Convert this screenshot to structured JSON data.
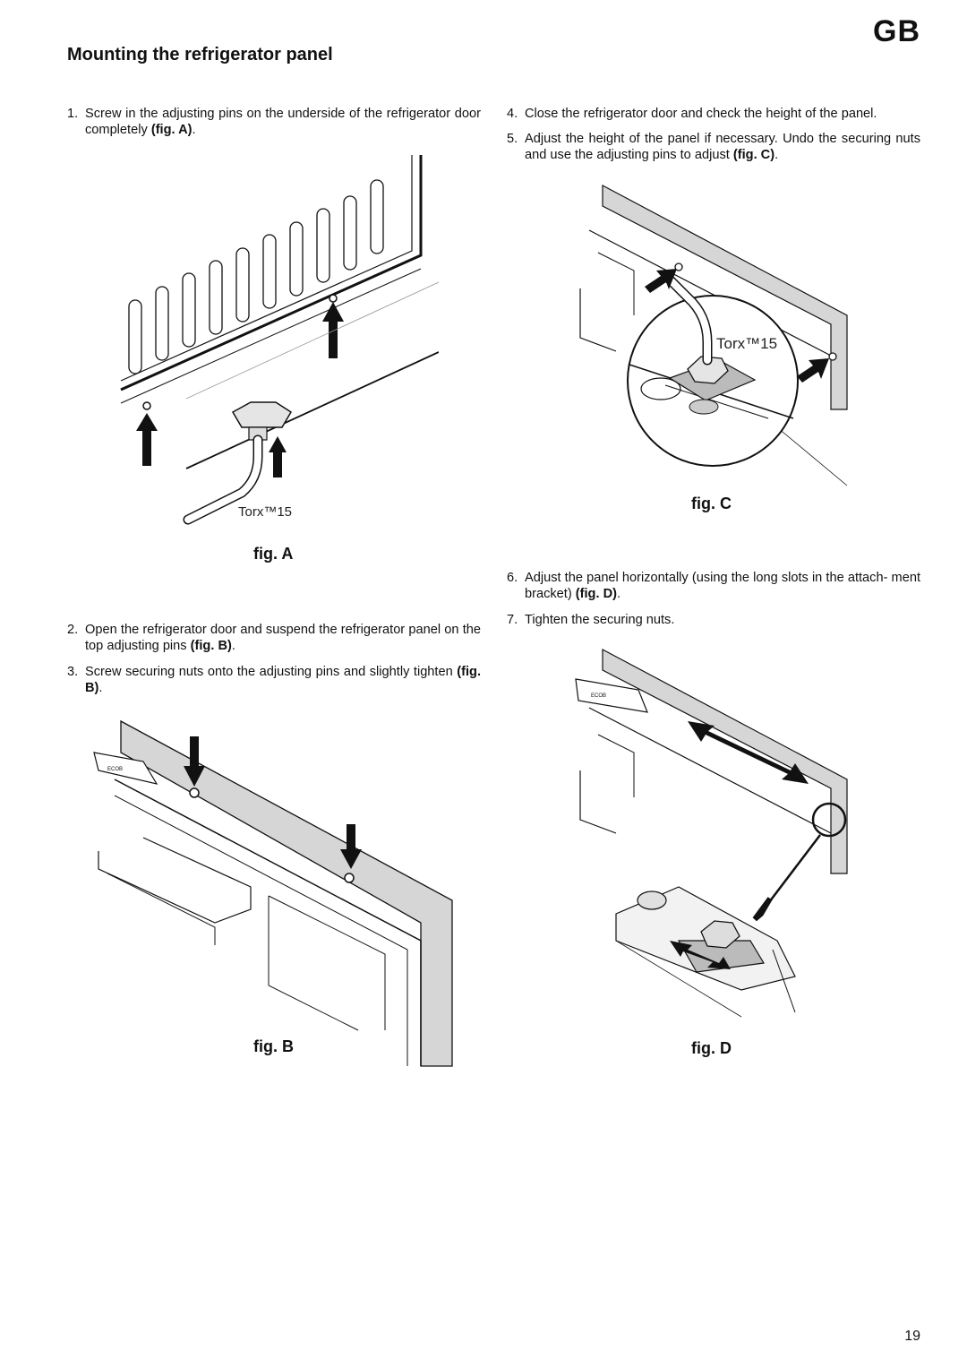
{
  "header": {
    "lang_code": "GB",
    "title": "Mounting the refrigerator panel"
  },
  "steps": [
    {
      "num": "1.",
      "text": "Screw in the adjusting pins on the underside of the refrigerator door completely",
      "ref": "(fig. A)",
      "end": "."
    },
    {
      "num": "2.",
      "text": "Open the refrigerator door and suspend the refrigerator panel on the top adjusting pins",
      "ref": "(fig. B)",
      "end": "."
    },
    {
      "num": "3.",
      "text": "Screw securing nuts onto the adjusting pins and slightly tighten",
      "ref": "(fig. B)",
      "end": "."
    },
    {
      "num": "4.",
      "text": "Close the refrigerator door and check the height of the panel.",
      "ref": "",
      "end": ""
    },
    {
      "num": "5.",
      "text": "Adjust the height of the panel if necessary. Undo the securing nuts and use the adjusting pins to adjust",
      "ref": "(fig. C)",
      "end": "."
    },
    {
      "num": "6.",
      "text": "Adjust the panel horizontally (using the long slots in the attach- ment bracket)",
      "ref": "(fig. D)",
      "end": "."
    },
    {
      "num": "7.",
      "text": "Tighten the securing nuts.",
      "ref": "",
      "end": ""
    }
  ],
  "figures": {
    "a": {
      "caption": "fig. A",
      "tool_label": "Torx™15"
    },
    "b": {
      "caption": "fig. B"
    },
    "c": {
      "caption": "fig. C",
      "tool_label": "Torx™15"
    },
    "d": {
      "caption": "fig. D"
    }
  },
  "footer": {
    "page_number": "19"
  }
}
